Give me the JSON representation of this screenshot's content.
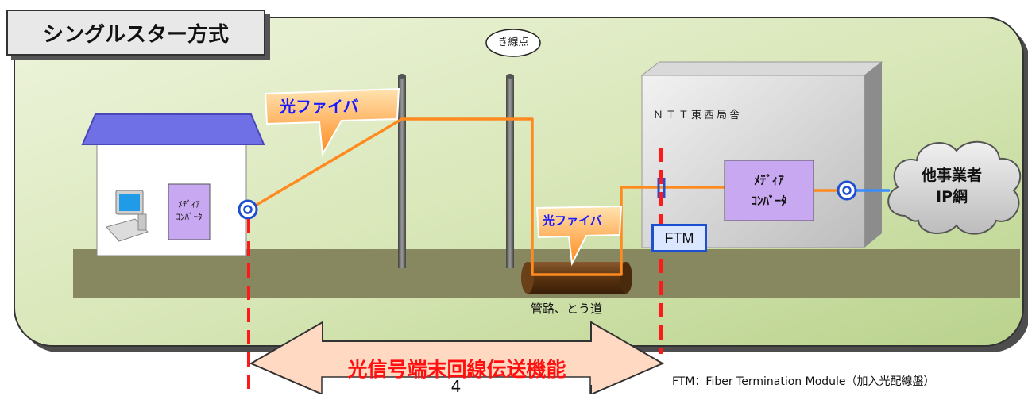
{
  "title": "シングルスター方式",
  "labels": {
    "branch_point": "き線点",
    "office": "ＮＴＴ東西局舎",
    "fiber_callout_1": "光ファイバ",
    "fiber_callout_2": "光ファイバ",
    "duct": "管路、とう道",
    "ftm": "FTM",
    "other_carrier_line1": "他事業者",
    "other_carrier_line2": "IP網",
    "media_converter_home_line1": "ﾒﾃﾞｨｱ",
    "media_converter_home_line2": "ｺﾝﾊﾞｰﾀ",
    "media_converter_office_line1": "ﾒﾃﾞｨｱ",
    "media_converter_office_line2": "ｺﾝﾊﾞｰﾀ",
    "function_arrow": "光信号端末回線伝送機能",
    "page_number": "4",
    "ftm_note": "FTM：Fiber Termination Module（加入光配線盤）"
  },
  "colors": {
    "fiber": "#ff8a1f",
    "ip_link": "#3a8cff",
    "boundary": "#ff1a1a",
    "ground": "#878760",
    "converter": "#c9a8f2",
    "house_roof": "#7070e6",
    "ftm_border": "#1e4fd1",
    "arrow_fill": "#ffd9c2"
  }
}
